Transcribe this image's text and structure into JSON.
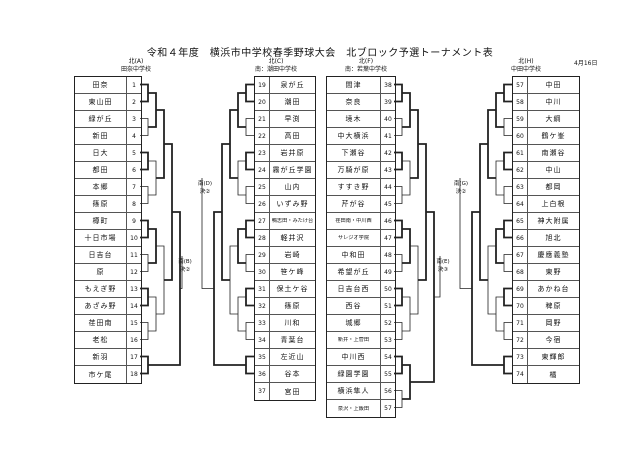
{
  "title": "令和４年度　横浜市中学校春季野球大会　北ブロック予選トーナメント表",
  "date": "4月16日",
  "blocks": [
    {
      "name": "北(A)",
      "host": "田奈中学校",
      "teams": [
        {
          "no": "1",
          "name": "田奈"
        },
        {
          "no": "2",
          "name": "東山田"
        },
        {
          "no": "3",
          "name": "緑が丘"
        },
        {
          "no": "4",
          "name": "新田"
        },
        {
          "no": "5",
          "name": "日大"
        },
        {
          "no": "6",
          "name": "都田"
        },
        {
          "no": "7",
          "name": "本郷"
        },
        {
          "no": "8",
          "name": "篠原"
        },
        {
          "no": "9",
          "name": "樽町"
        },
        {
          "no": "10",
          "name": "十日市場"
        },
        {
          "no": "11",
          "name": "日吉台"
        },
        {
          "no": "12",
          "name": "原"
        },
        {
          "no": "13",
          "name": "もえぎ野"
        },
        {
          "no": "14",
          "name": "あざみ野"
        },
        {
          "no": "15",
          "name": "荏田南"
        },
        {
          "no": "16",
          "name": "老松"
        },
        {
          "no": "17",
          "name": "新羽"
        },
        {
          "no": "18",
          "name": "市ケ尾"
        }
      ]
    },
    {
      "name": "北(C)",
      "host": "南：潮田中学校",
      "teams": [
        {
          "no": "19",
          "name": "泉が丘"
        },
        {
          "no": "20",
          "name": "潮田"
        },
        {
          "no": "21",
          "name": "早渕"
        },
        {
          "no": "22",
          "name": "高田"
        },
        {
          "no": "23",
          "name": "岩井原"
        },
        {
          "no": "24",
          "name": "霧が丘学園"
        },
        {
          "no": "25",
          "name": "山内"
        },
        {
          "no": "26",
          "name": "いずみ野"
        },
        {
          "no": "27",
          "name": "鴨志田・みたけ台"
        },
        {
          "no": "28",
          "name": "軽井沢"
        },
        {
          "no": "29",
          "name": "岩崎"
        },
        {
          "no": "30",
          "name": "笹ケ峰"
        },
        {
          "no": "31",
          "name": "保土ケ谷"
        },
        {
          "no": "32",
          "name": "篠原"
        },
        {
          "no": "33",
          "name": "川和"
        },
        {
          "no": "34",
          "name": "青葉台"
        },
        {
          "no": "35",
          "name": "左近山"
        },
        {
          "no": "36",
          "name": "谷本"
        },
        {
          "no": "37",
          "name": "宮田"
        }
      ]
    },
    {
      "name": "北(F)",
      "host": "南：若葉中学校",
      "teams": [
        {
          "no": "38",
          "name": "間津"
        },
        {
          "no": "39",
          "name": "奈良"
        },
        {
          "no": "40",
          "name": "境木"
        },
        {
          "no": "41",
          "name": "中大横浜"
        },
        {
          "no": "42",
          "name": "下瀬谷"
        },
        {
          "no": "43",
          "name": "万騎が原"
        },
        {
          "no": "44",
          "name": "すすき野"
        },
        {
          "no": "45",
          "name": "芹が谷"
        },
        {
          "no": "46",
          "name": "荏田南・中川西"
        },
        {
          "no": "47",
          "name": "サレジオ学院"
        },
        {
          "no": "48",
          "name": "中和田"
        },
        {
          "no": "49",
          "name": "希望が丘"
        },
        {
          "no": "50",
          "name": "日吉台西"
        },
        {
          "no": "51",
          "name": "西谷"
        },
        {
          "no": "52",
          "name": "城郷"
        },
        {
          "no": "53",
          "name": "新井・上菅田"
        },
        {
          "no": "54",
          "name": "中川西"
        },
        {
          "no": "55",
          "name": "緑園学園"
        },
        {
          "no": "56",
          "name": "横浜隼人"
        },
        {
          "no": "57",
          "name": "泉沢・上飯田"
        }
      ]
    },
    {
      "name": "北(H)",
      "host": "中田中学校",
      "teams": [
        {
          "no": "57",
          "name": "中田"
        },
        {
          "no": "58",
          "name": "中川"
        },
        {
          "no": "59",
          "name": "大綱"
        },
        {
          "no": "60",
          "name": "鶴ケ峯"
        },
        {
          "no": "61",
          "name": "南瀬谷"
        },
        {
          "no": "62",
          "name": "中山"
        },
        {
          "no": "63",
          "name": "都岡"
        },
        {
          "no": "64",
          "name": "上白根"
        },
        {
          "no": "65",
          "name": "神大附属"
        },
        {
          "no": "66",
          "name": "旭北"
        },
        {
          "no": "67",
          "name": "慶應義塾"
        },
        {
          "no": "68",
          "name": "東野"
        },
        {
          "no": "69",
          "name": "あかね台"
        },
        {
          "no": "70",
          "name": "稗原"
        },
        {
          "no": "71",
          "name": "岡野"
        },
        {
          "no": "72",
          "name": "今宿"
        },
        {
          "no": "73",
          "name": "東輝郎"
        },
        {
          "no": "74",
          "name": "橘"
        }
      ]
    }
  ],
  "finals": {
    "a": "南(B)決②",
    "c": "南(D)決②",
    "f": "南(E)決③",
    "h": "南(G)決②"
  }
}
